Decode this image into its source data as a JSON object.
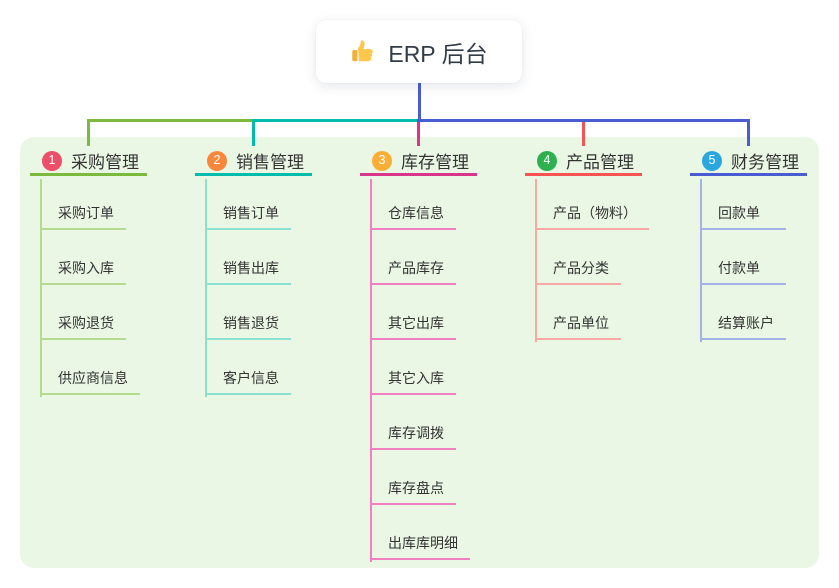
{
  "root": {
    "title": "ERP 后台",
    "icon": "thumbs-up-icon"
  },
  "palette": {
    "canvas_bg": "#ffffff",
    "panel_bg": "#eaf7e5",
    "text": "#333333",
    "root_connector": "#4a5cd2"
  },
  "branches": [
    {
      "index": "1",
      "title": "采购管理",
      "badge_color": "#ec4f67",
      "line_color": "#7cba3e",
      "child_line_color": "#b5dc8e",
      "children": [
        "采购订单",
        "采购入库",
        "采购退货",
        "供应商信息"
      ]
    },
    {
      "index": "2",
      "title": "销售管理",
      "badge_color": "#f8873c",
      "line_color": "#00bcaa",
      "child_line_color": "#8ce0d2",
      "children": [
        "销售订单",
        "销售出库",
        "销售退货",
        "客户信息"
      ]
    },
    {
      "index": "3",
      "title": "库存管理",
      "badge_color": "#fbae36",
      "line_color": "#d9368b",
      "child_line_color": "#f080c1",
      "children": [
        "仓库信息",
        "产品库存",
        "其它出库",
        "其它入库",
        "库存调拨",
        "库存盘点",
        "出库库明细"
      ]
    },
    {
      "index": "4",
      "title": "产品管理",
      "badge_color": "#2db14f",
      "line_color": "#f65353",
      "child_line_color": "#f9a9a4",
      "children": [
        "产品（物料）",
        "产品分类",
        "产品单位"
      ]
    },
    {
      "index": "5",
      "title": "财务管理",
      "badge_color": "#2ba7e0",
      "line_color": "#4a5cd2",
      "child_line_color": "#a2b3e8",
      "children": [
        "回款单",
        "付款单",
        "结算账户"
      ]
    }
  ]
}
